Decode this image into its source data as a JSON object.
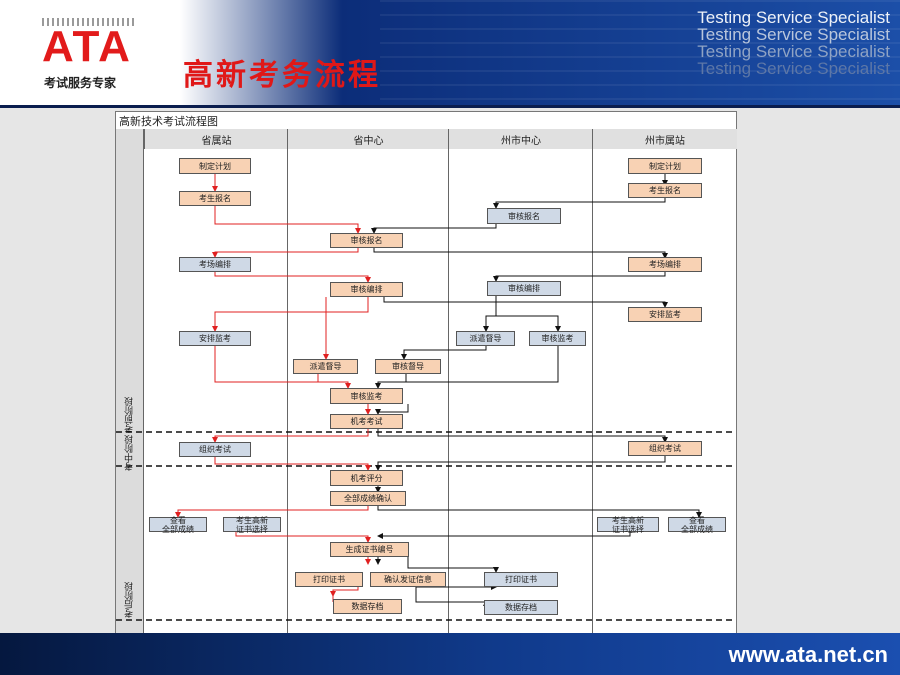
{
  "header": {
    "logo_text": "ATA",
    "logo_subtitle": "考试服务专家",
    "title": "高新考务流程",
    "tagline": [
      "Testing  Service Specialist",
      "Testing  Service Specialist",
      "Testing  Service Specialist",
      "Testing  Service Specialist"
    ]
  },
  "footer": {
    "url": "www.ata.net.cn"
  },
  "diagram": {
    "title": "高新技术考试流程图",
    "lanes": [
      "省属站",
      "省中心",
      "州市中心",
      "州市属站"
    ],
    "phases": [
      "考前阶段",
      "考中阶段",
      "考后阶段"
    ],
    "nodes": {
      "n1": "制定计划",
      "n2": "考生报名",
      "n3": "制定计划",
      "n4": "考生报名",
      "n5": "审核报名",
      "n6": "审核报名",
      "n7": "考场编排",
      "n8": "考场编排",
      "n9": "审核编排",
      "n10": "审核编排",
      "n11": "安排监考",
      "n12": "安排监考",
      "n13": "派遣督导",
      "n14": "审核监考",
      "n15": "派遣督导",
      "n16": "审核督导",
      "n17": "审核监考",
      "n18": "机考考试",
      "n19": "组织考试",
      "n20": "组织考试",
      "n21": "机考评分",
      "n22": "全部成绩确认",
      "n23": "查看\n全部成绩",
      "n24": "考生高新\n证书选择",
      "n25": "考生高新\n证书选择",
      "n26": "查看\n全部成绩",
      "n27": "生成证书编号",
      "n28": "打印证书",
      "n29": "确认发证信息",
      "n30": "打印证书",
      "n31": "数据存档",
      "n32": "数据存档"
    }
  },
  "colors": {
    "accent_red": "#e01818",
    "node_blue": "#cfd9e6",
    "node_peach": "#f8d2b4",
    "edge_red": "#e02020",
    "edge_black": "#111111"
  }
}
